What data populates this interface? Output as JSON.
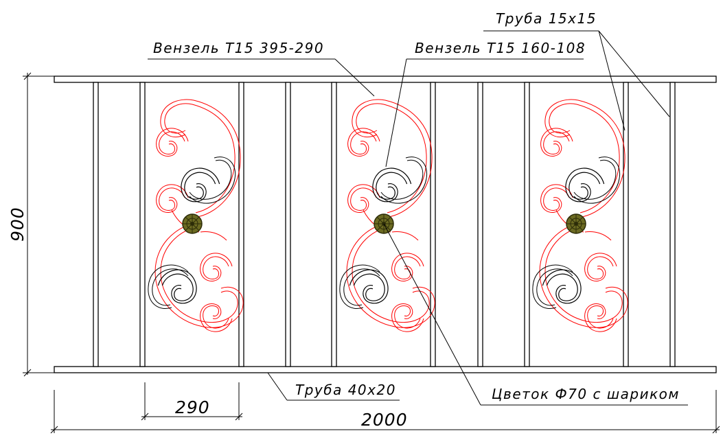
{
  "labels": {
    "pipe_top": "Труба  15х15",
    "monogram_large": "Вензель  Т15  395-290",
    "monogram_small": "Вензель  Т15  160-108",
    "pipe_rail": "Труба  40х20",
    "flower": "Цветок  Ф70  с  шариком"
  },
  "dimensions": {
    "height": "900",
    "width_panel": "290",
    "width_total": "2000"
  },
  "colors": {
    "outline": "#000000",
    "monogram_red": "#ff0000",
    "monogram_black": "#000000",
    "flower": "#6b6a22",
    "flower_dark": "#2c2c08"
  }
}
